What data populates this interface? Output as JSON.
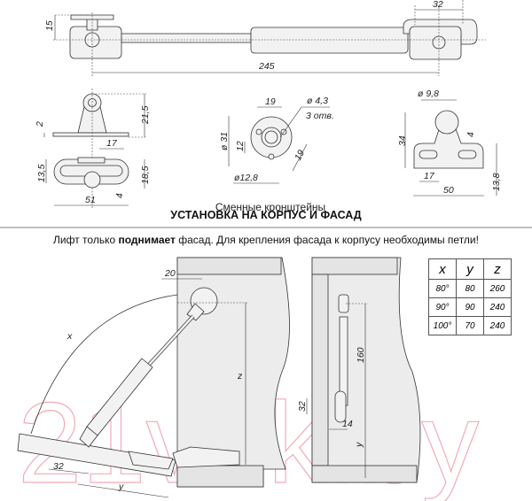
{
  "top_view": {
    "dims": {
      "width_end": "32",
      "height": "15",
      "length": "245"
    }
  },
  "bracket_1": {
    "dims": {
      "thickness": "2",
      "height": "21,5",
      "slot_spacing": "17",
      "width_a": "13,5",
      "width_b": "18,5",
      "length": "51",
      "slot": "4"
    }
  },
  "bracket_2": {
    "dims": {
      "spacing_top": "19",
      "hole_dia": "ø 4,3",
      "holes_count": "3 отв.",
      "outer_dia": "ø 31",
      "offset": "12",
      "spacing_diag": "19",
      "inner_dia": "ø12,8"
    }
  },
  "bracket_3": {
    "dims": {
      "knob_dia": "ø 9,8",
      "height": "34",
      "slot": "4",
      "slot_spacing": "17",
      "length": "50",
      "base_height": "13,8"
    }
  },
  "brackets_caption": "Сменные кронштейны",
  "heading": "УСТАНОВКА НА КОРПУС И ФАСАД",
  "subtitle": {
    "pre": "Лифт только ",
    "bold": "поднимает",
    "post": " фасад. Для крепления фасада к корпусу необходимы петли!"
  },
  "install_side": {
    "dims": {
      "offset": "20",
      "angle": "x",
      "height": "z",
      "hole_spacing": "32",
      "distance": "y"
    }
  },
  "install_front": {
    "dims": {
      "length": "160",
      "hole_spacing": "32",
      "offset": "14",
      "distance": "y"
    }
  },
  "table": {
    "headers": [
      "x",
      "y",
      "z"
    ],
    "rows": [
      [
        "80°",
        "80",
        "260"
      ],
      [
        "90°",
        "90",
        "240"
      ],
      [
        "100°",
        "70",
        "240"
      ]
    ]
  },
  "watermark": "21vek.by"
}
